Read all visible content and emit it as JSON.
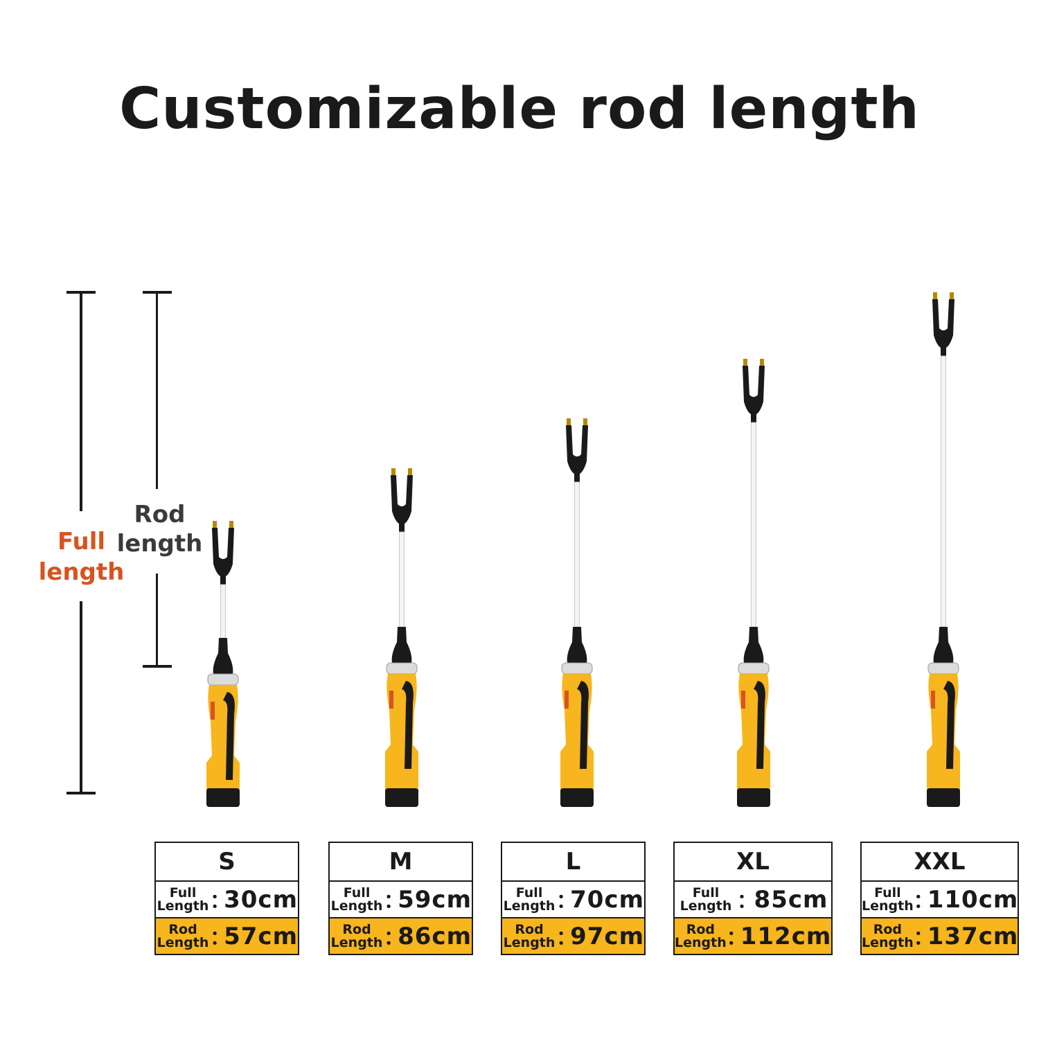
{
  "title": "Customizable rod length",
  "legend": {
    "full_label_line1": "Full",
    "full_label_line2": "length",
    "rod_label_line1": "Rod",
    "rod_label_line2": "length",
    "full_color": "#d9531e"
  },
  "colors": {
    "handle_yellow": "#f7b51e",
    "handle_black": "#1a1a1a",
    "rod_white": "#f4f4f4",
    "rod_row_bg": "#f7b51e"
  },
  "sizes": [
    {
      "size": "S",
      "full_label_1": "Full",
      "full_label_2": "Length",
      "full_value": "30cm",
      "rod_label_1": "Rod",
      "rod_label_2": "Length",
      "rod_value": "57cm"
    },
    {
      "size": "M",
      "full_label_1": "Full",
      "full_label_2": "Length",
      "full_value": "59cm",
      "rod_label_1": "Rod",
      "rod_label_2": "Length",
      "rod_value": "86cm"
    },
    {
      "size": "L",
      "full_label_1": "Full",
      "full_label_2": "Length",
      "full_value": "70cm",
      "rod_label_1": "Rod",
      "rod_label_2": "Length",
      "rod_value": "97cm"
    },
    {
      "size": "XL",
      "full_label_1": "Full",
      "full_label_2": "Length",
      "full_value": "85cm",
      "rod_label_1": "Rod",
      "rod_label_2": "Length",
      "rod_value": "112cm"
    },
    {
      "size": "XXL",
      "full_label_1": "Full",
      "full_label_2": "Length",
      "full_value": "110cm",
      "rod_label_1": "Rod",
      "rod_label_2": "Length",
      "rod_value": "137cm"
    }
  ],
  "colon": "："
}
